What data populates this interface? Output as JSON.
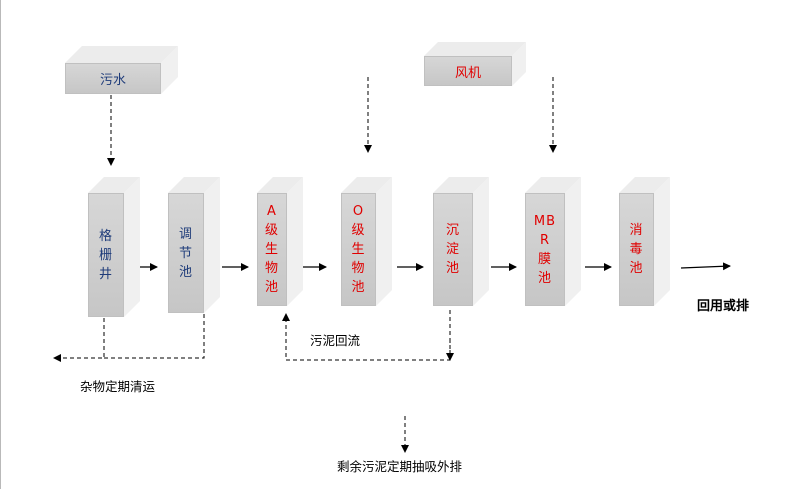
{
  "colors": {
    "blue": "#1f3c7a",
    "red": "#e00000",
    "black": "#000000"
  },
  "inputs": {
    "sewage": "污水",
    "blower": "风机"
  },
  "units": [
    {
      "name": "grille-well",
      "label": "格栅井",
      "color": "blue"
    },
    {
      "name": "regulating-tank",
      "label": "调节池",
      "color": "blue"
    },
    {
      "name": "a-tank",
      "label": "A级生物池",
      "color": "red"
    },
    {
      "name": "o-tank",
      "label": "O级生物池",
      "color": "red"
    },
    {
      "name": "settling-tank",
      "label": "沉淀池",
      "color": "red"
    },
    {
      "name": "mbr-tank",
      "label": "MBR膜池",
      "color": "red"
    },
    {
      "name": "disinfection-tank",
      "label": "消毒池",
      "color": "red"
    }
  ],
  "labels": {
    "output": "回用或排",
    "sludge_return": "污泥回流",
    "debris": "杂物定期清运",
    "excess_sludge": "剩余污泥定期抽吸外排"
  }
}
